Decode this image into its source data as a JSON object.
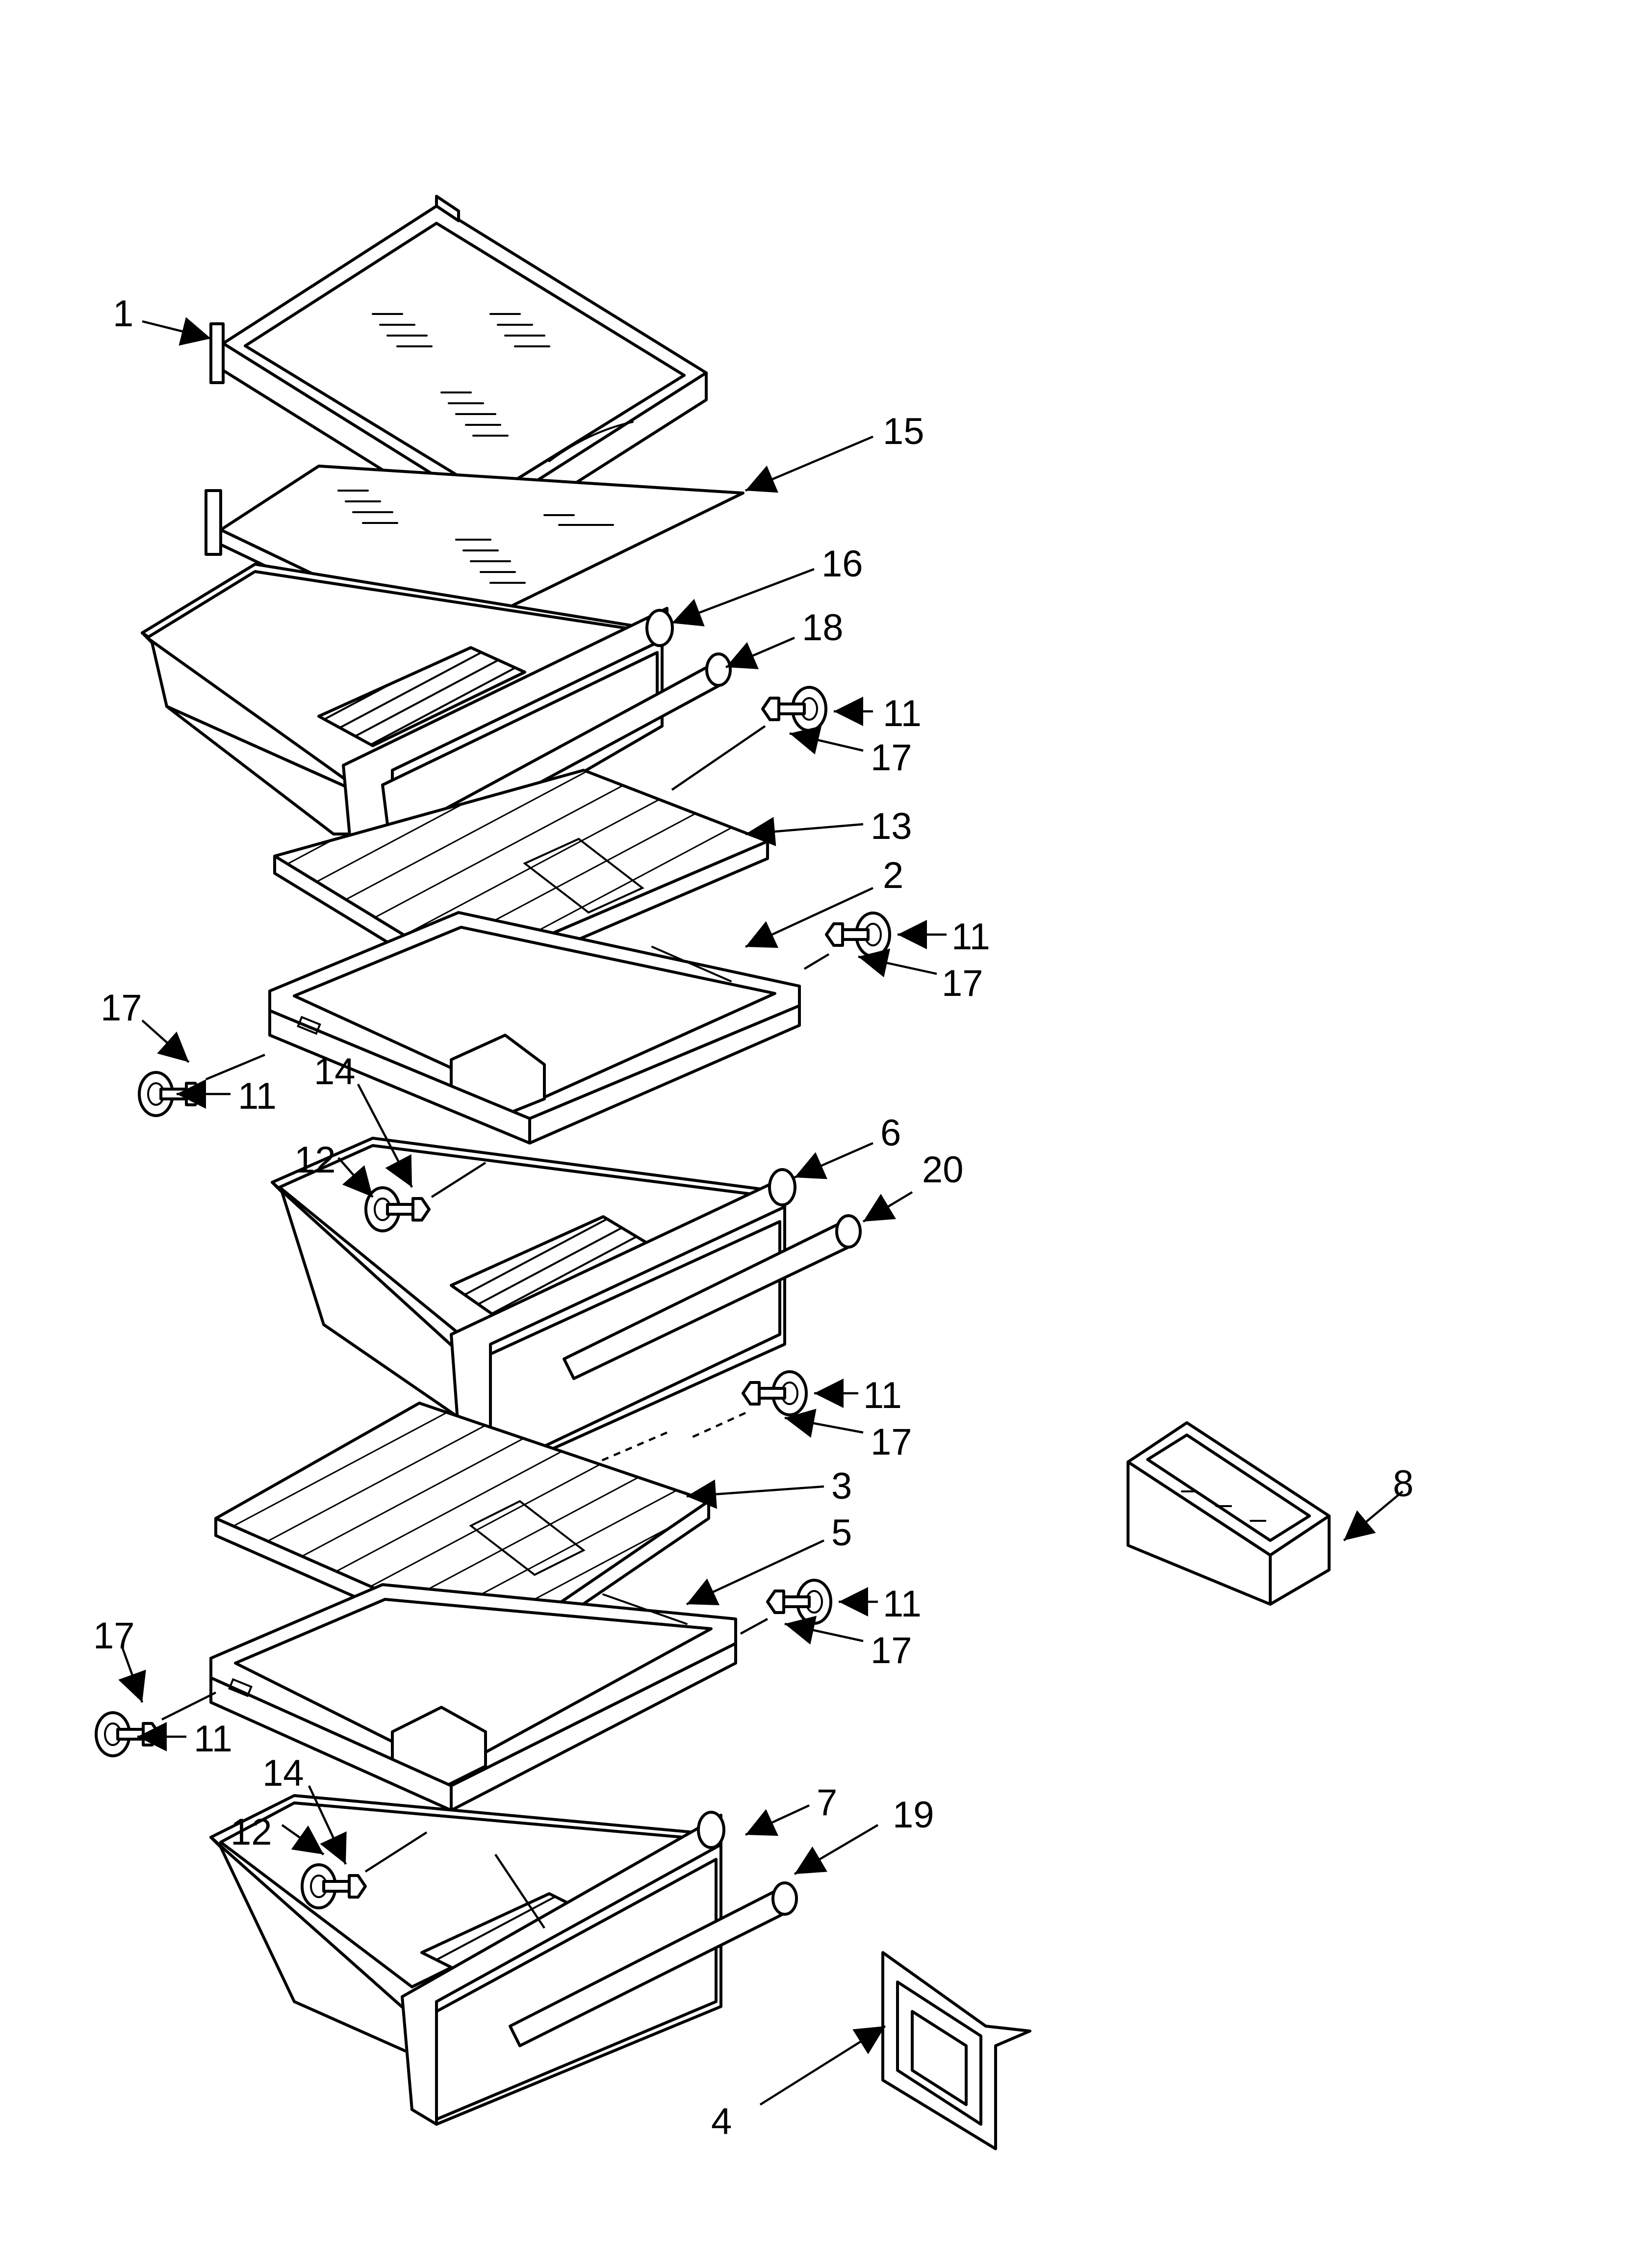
{
  "diagram": {
    "callouts": {
      "c1": "1",
      "c15": "15",
      "c16": "16",
      "c18": "18",
      "c11a": "11",
      "c17a": "17",
      "c13": "13",
      "c2": "2",
      "c11b": "11",
      "c17b": "17",
      "c17c": "17",
      "c11c": "11",
      "c14a": "14",
      "c12a": "12",
      "c6": "6",
      "c20": "20",
      "c11d": "11",
      "c17d": "17",
      "c3": "3",
      "c8": "8",
      "c5": "5",
      "c11e": "11",
      "c17e": "17",
      "c17f": "17",
      "c11f": "11",
      "c14b": "14",
      "c12b": "12",
      "c7": "7",
      "c19": "19",
      "c4": "4"
    }
  }
}
